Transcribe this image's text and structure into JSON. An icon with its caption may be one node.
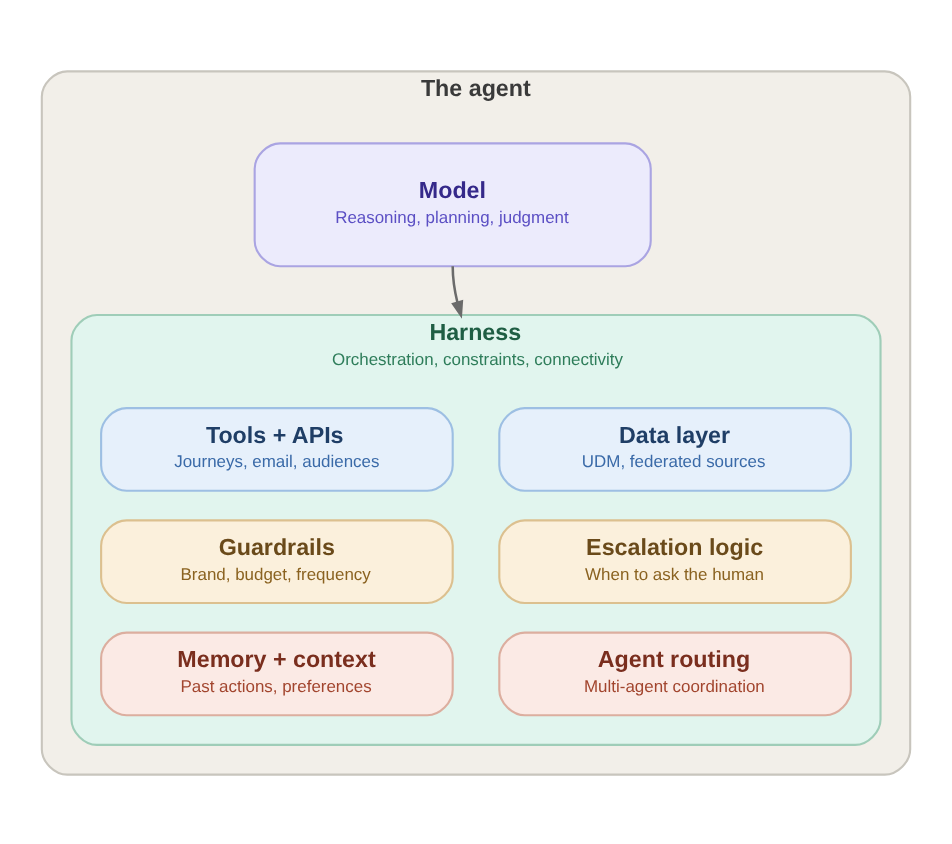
{
  "diagram": {
    "nodes": [
      {
        "text": [
          "The agent"
        ]
      },
      {
        "text": [
          "Model",
          "Reasoning, planning, judgment"
        ],
        "in": 0
      },
      {
        "text": [
          "Harness",
          "Orchestration, constraints, connectivity"
        ],
        "in": 0
      },
      {
        "text": [
          "Tools + APIs",
          "Journeys, email, audiences"
        ],
        "in": 2
      },
      {
        "text": [
          "Data layer",
          "UDM, federated sources"
        ],
        "in": 2
      },
      {
        "text": [
          "Guardrails",
          "Brand, budget, frequency"
        ],
        "in": 2
      },
      {
        "text": [
          "Escalation logic",
          "When to ask the human"
        ],
        "in": 2
      },
      {
        "text": [
          "Memory + context",
          "Past actions, preferences"
        ],
        "in": 2
      },
      {
        "text": [
          "Agent routing",
          "Multi-agent coordination"
        ],
        "in": 2
      }
    ],
    "edges": [
      {
        "from": 1,
        "to": 2,
        "arrow": "to"
      }
    ]
  }
}
